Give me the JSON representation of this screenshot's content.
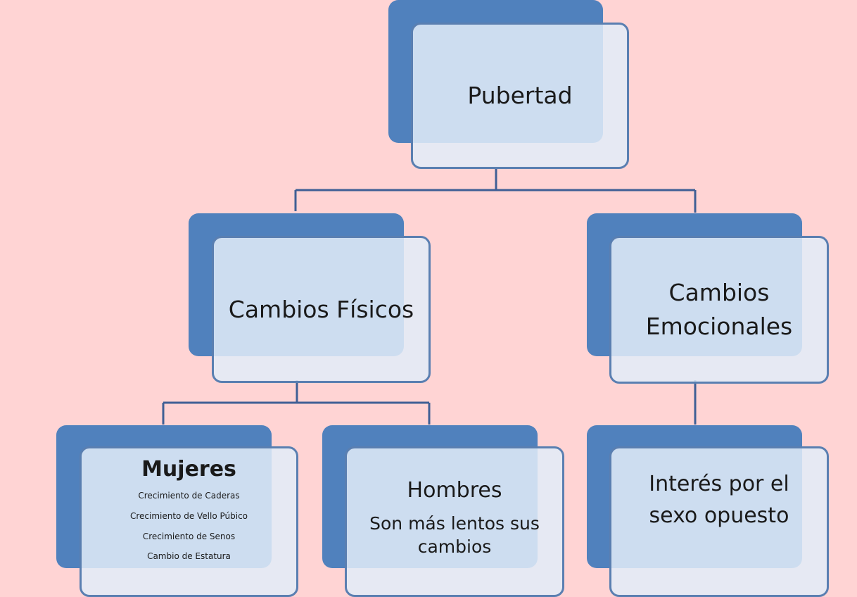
{
  "nodes": {
    "root": {
      "label": "Pubertad"
    },
    "physical": {
      "label": "Cambios Físicos"
    },
    "emotional": {
      "label": "Cambios\nEmocionales"
    },
    "women": {
      "label": "Mujeres",
      "items": [
        "Crecimiento de Caderas",
        "Crecimiento de Vello Púbico",
        "Crecimiento de Senos",
        "Cambio de Estatura"
      ]
    },
    "men": {
      "label": "Hombres",
      "note": "Son más lentos sus\ncambios"
    },
    "interest": {
      "label": "Interés por el\nsexo opuesto"
    }
  },
  "colors": {
    "background": "#ffd4d4",
    "box_back": "#5081bd",
    "box_front": "#e2ecf8",
    "connector": "#3f5f95"
  }
}
